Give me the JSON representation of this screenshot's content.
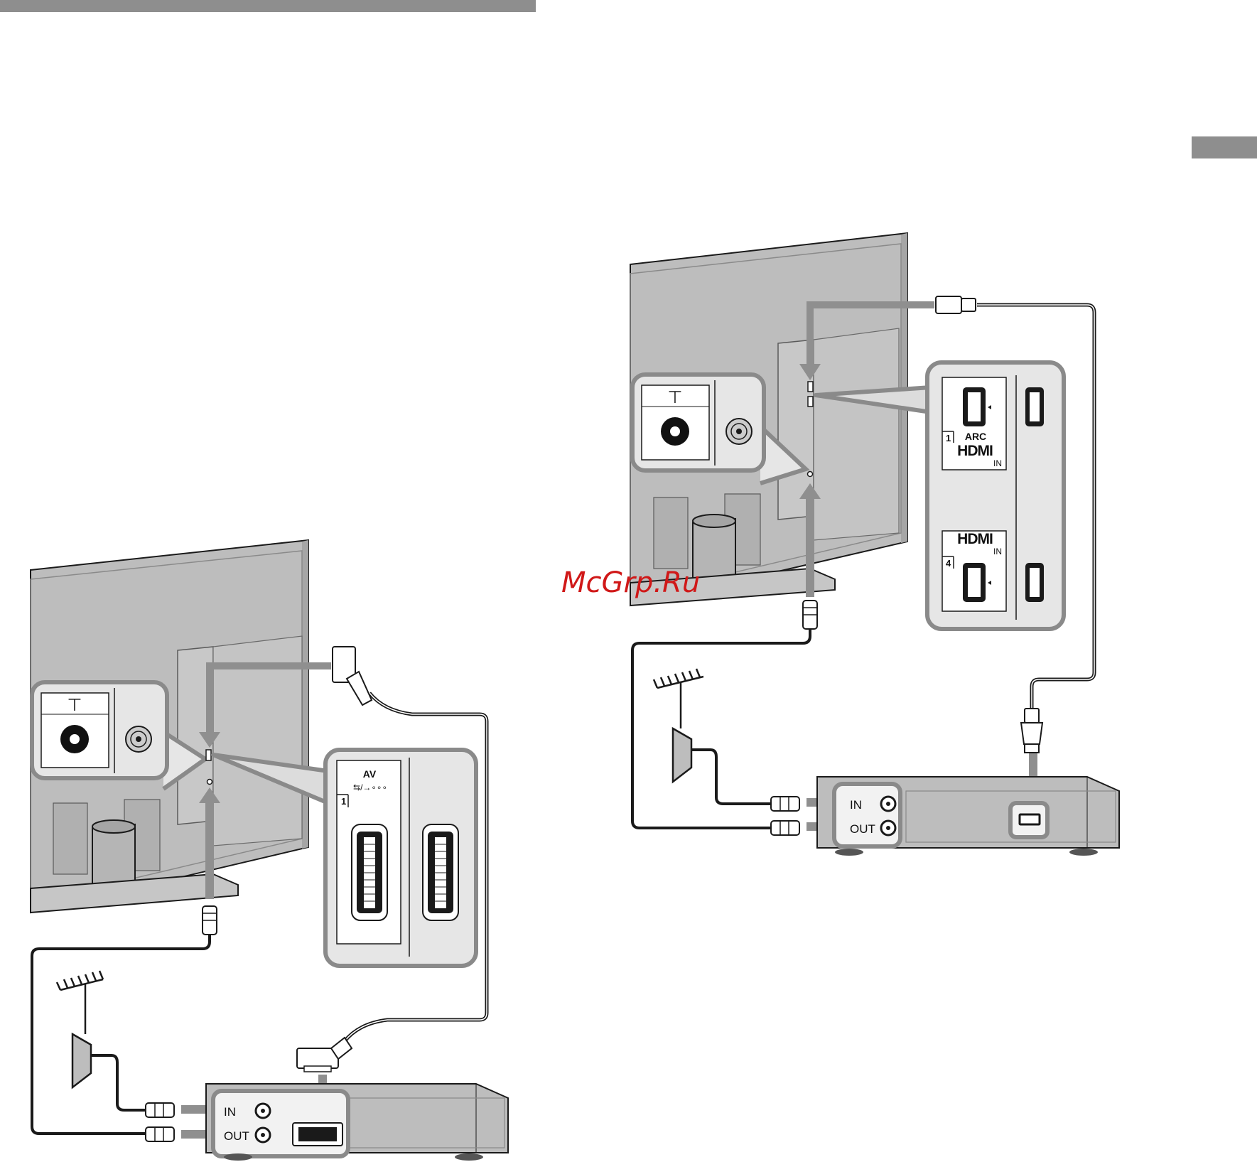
{
  "watermark": "McGrp.Ru",
  "diagram_left": {
    "av_label": "AV",
    "port_number": "1",
    "recorder_in": "IN",
    "recorder_out": "OUT"
  },
  "diagram_right": {
    "hdmi1_number": "1",
    "hdmi1_arc": "ARC",
    "hdmi1_logo": "HDMI",
    "hdmi1_in": "IN",
    "hdmi4_logo": "HDMI",
    "hdmi4_in": "IN",
    "hdmi4_number": "4",
    "recorder_in": "IN",
    "recorder_out": "OUT"
  },
  "colors": {
    "tv_body": "#bdbdbd",
    "callout_border": "#8a8a8a",
    "cable": "#1a1a1a",
    "arrow": "#8f8f8f",
    "watermark": "#d01818"
  }
}
